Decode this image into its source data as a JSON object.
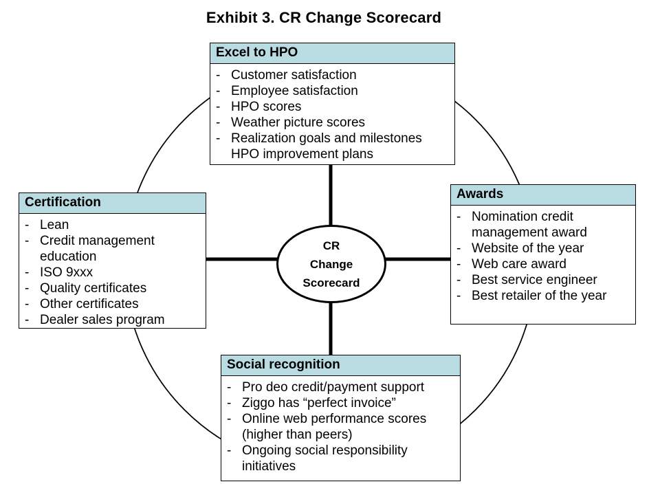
{
  "title": "Exhibit 3. CR Change Scorecard",
  "colors": {
    "header_fill": "#b9dce3",
    "border": "#000000",
    "background": "#ffffff",
    "text": "#000000"
  },
  "center_node": {
    "line1": "CR",
    "line2": "Change",
    "line3": "Scorecard"
  },
  "boxes": {
    "excel": {
      "header": "Excel to HPO",
      "items": [
        {
          "bullet": "-",
          "text": "Customer satisfaction"
        },
        {
          "bullet": "-",
          "text": "Employee satisfaction"
        },
        {
          "bullet": "-",
          "text": "HPO scores"
        },
        {
          "bullet": "-",
          "text": "Weather picture scores"
        },
        {
          "bullet": "-",
          "text": "Realization goals and milestones"
        },
        {
          "bullet": "",
          "text": "HPO improvement plans"
        }
      ]
    },
    "certification": {
      "header": "Certification",
      "items": [
        {
          "bullet": "-",
          "text": "Lean"
        },
        {
          "bullet": "-",
          "text": "Credit management education"
        },
        {
          "bullet": "-",
          "text": "ISO 9xxx"
        },
        {
          "bullet": "-",
          "text": "Quality certificates"
        },
        {
          "bullet": "-",
          "text": "Other certificates"
        },
        {
          "bullet": "-",
          "text": "Dealer sales program"
        }
      ]
    },
    "awards": {
      "header": "Awards",
      "items": [
        {
          "bullet": "-",
          "text": "Nomination credit management award"
        },
        {
          "bullet": "-",
          "text": "Website of the year"
        },
        {
          "bullet": "-",
          "text": "Web care award"
        },
        {
          "bullet": "-",
          "text": "Best service engineer"
        },
        {
          "bullet": "-",
          "text": "Best retailer of the year"
        }
      ]
    },
    "social": {
      "header": "Social recognition",
      "items": [
        {
          "bullet": "-",
          "text": "Pro deo credit/payment support"
        },
        {
          "bullet": "-",
          "text": "Ziggo has “perfect invoice”"
        },
        {
          "bullet": "-",
          "text": "Online web performance scores (higher than peers)"
        },
        {
          "bullet": "-",
          "text": "Ongoing social responsibility initiatives"
        }
      ]
    }
  }
}
